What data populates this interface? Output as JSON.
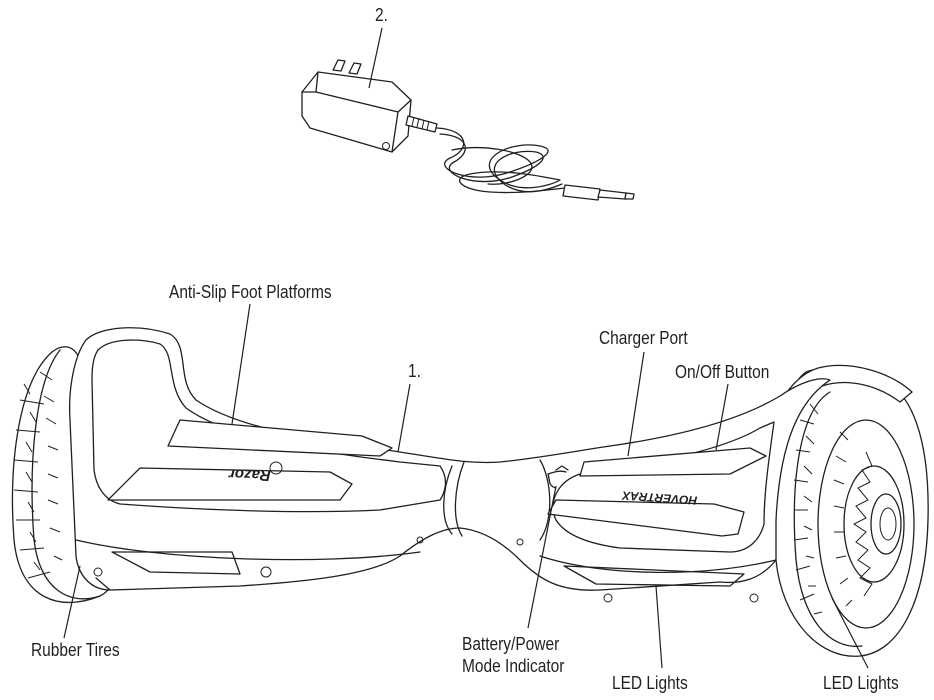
{
  "callouts": {
    "charger_number": "2.",
    "hoverboard_number": "1.",
    "anti_slip": "Anti-Slip Foot Platforms",
    "charger_port": "Charger Port",
    "on_off": "On/Off Button",
    "rubber_tires": "Rubber Tires",
    "battery_indicator": "Battery/Power\nMode Indicator",
    "led_lights_center": "LED Lights",
    "led_lights_right": "LED Lights"
  },
  "brand": {
    "left_platform": "Razor",
    "right_platform": "HOVERTRAX"
  },
  "colors": {
    "line": "#231f20",
    "background": "#ffffff"
  }
}
